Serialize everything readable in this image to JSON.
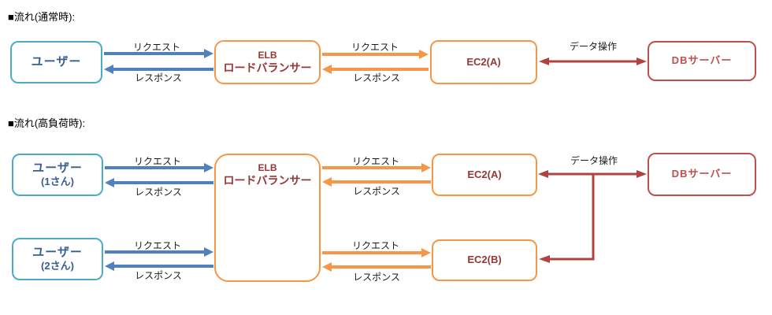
{
  "colors": {
    "user_border": "#4BACC6",
    "user_text": "#365F91",
    "elb_border": "#F79646",
    "elb_text": "#953735",
    "db_border": "#C0504D",
    "db_text": "#C0504D",
    "arrow_blue": "#4F81BD",
    "arrow_orange": "#F79646",
    "arrow_red": "#B1433F",
    "label_text": "#1a1a1a"
  },
  "sections": {
    "normal": {
      "title": "■流れ(通常時):",
      "nodes": {
        "user": {
          "label": "ユーザー"
        },
        "elb": {
          "line1": "ELB",
          "line2": "ロードバランサー"
        },
        "ec2a": {
          "label": "EC2(A)"
        },
        "db": {
          "label": "DBサーバー"
        }
      },
      "edges": [
        {
          "from": "user",
          "to": "elb",
          "label": "リクエスト"
        },
        {
          "from": "elb",
          "to": "user",
          "label": "レスポンス"
        },
        {
          "from": "elb",
          "to": "ec2a",
          "label": "リクエスト"
        },
        {
          "from": "ec2a",
          "to": "elb",
          "label": "レスポンス"
        },
        {
          "from": "ec2a",
          "to": "db",
          "label": "データ操作",
          "bidirectional": true
        }
      ]
    },
    "high_load": {
      "title": "■流れ(高負荷時):",
      "nodes": {
        "user1": {
          "line1": "ユーザー",
          "line2": "(1さん)"
        },
        "user2": {
          "line1": "ユーザー",
          "line2": "(2さん)"
        },
        "elb": {
          "line1": "ELB",
          "line2": "ロードバランサー"
        },
        "ec2a": {
          "label": "EC2(A)"
        },
        "ec2b": {
          "label": "EC2(B)"
        },
        "db": {
          "label": "DBサーバー"
        }
      },
      "edges": [
        {
          "from": "user1",
          "to": "elb",
          "label": "リクエスト"
        },
        {
          "from": "elb",
          "to": "user1",
          "label": "レスポンス"
        },
        {
          "from": "elb",
          "to": "ec2a",
          "label": "リクエスト"
        },
        {
          "from": "ec2a",
          "to": "elb",
          "label": "レスポンス"
        },
        {
          "from": "user2",
          "to": "elb",
          "label": "リクエスト"
        },
        {
          "from": "elb",
          "to": "user2",
          "label": "レスポンス"
        },
        {
          "from": "elb",
          "to": "ec2b",
          "label": "リクエスト"
        },
        {
          "from": "ec2b",
          "to": "elb",
          "label": "レスポンス"
        },
        {
          "from": "ec2a",
          "to": "db",
          "label": "データ操作",
          "bidirectional": true
        },
        {
          "from": "db",
          "to": "ec2b",
          "label": "",
          "via": "branch"
        }
      ]
    }
  }
}
